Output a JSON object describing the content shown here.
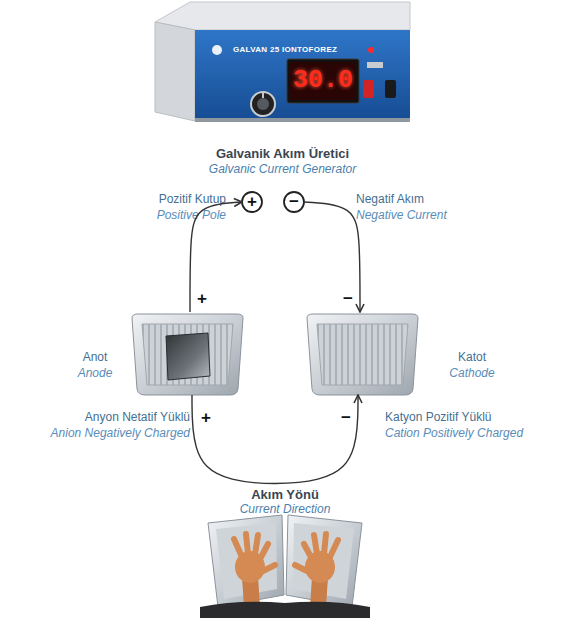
{
  "diagram": {
    "nodes": [
      {
        "text": [
          "GALVAN 25 IONTOFOREZ",
          "30.0",
          "Galvanik Akım Üretici",
          "Galvanic Current Generator"
        ]
      },
      {
        "text": [
          "Anot",
          "Anode"
        ]
      },
      {
        "text": [
          "Katot",
          "Cathode"
        ]
      },
      {
        "text": [
          "Akım Yönü",
          "Current Direction"
        ]
      }
    ],
    "edges": [
      {
        "from": 1,
        "to": 0,
        "arrow": "to"
      },
      {
        "from": 0,
        "to": 2,
        "arrow": "to"
      },
      {
        "from": 1,
        "to": 2,
        "arrow": "to"
      }
    ],
    "labels": [
      "Pozitif Kutup",
      "Positive Pole",
      "+",
      "−",
      "Negatif Akım",
      "Negative Current",
      "+",
      "−",
      "Anyon Netatif Yüklü",
      "Anion Negatively Charged",
      "+",
      "−",
      "Katyon Pozitif Yüklü",
      "Cation Positively Charged"
    ]
  }
}
